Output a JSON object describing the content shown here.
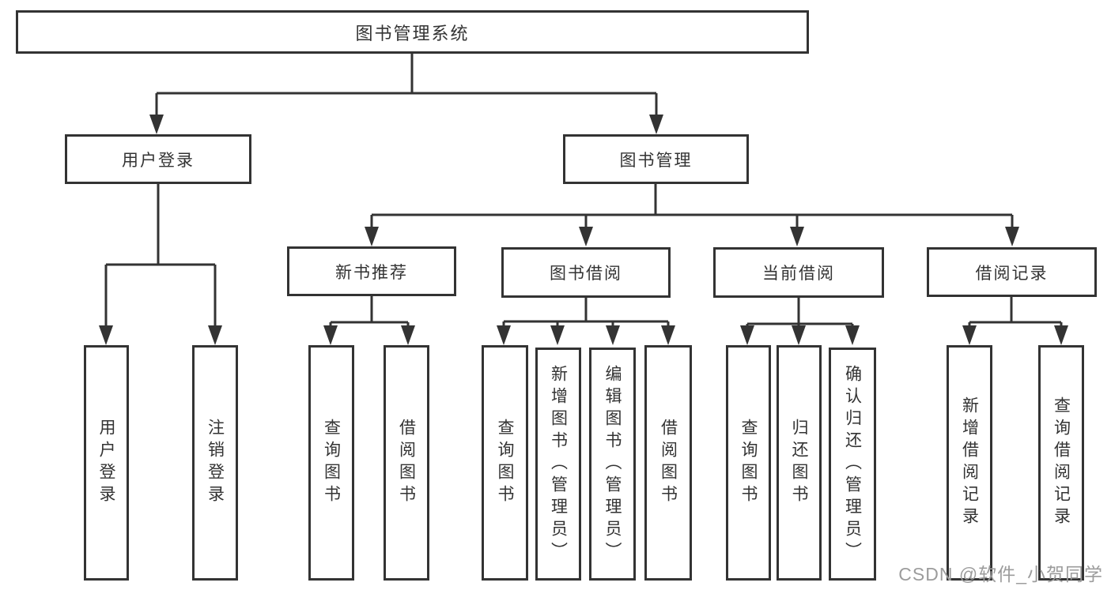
{
  "diagram": {
    "root": {
      "label": "图书管理系统",
      "children": [
        {
          "label": "用户登录",
          "children": [
            {
              "label": "用户登录"
            },
            {
              "label": "注销登录"
            }
          ]
        },
        {
          "label": "图书管理",
          "children": [
            {
              "label": "新书推荐",
              "children": [
                {
                  "label": "查询图书"
                },
                {
                  "label": "借阅图书"
                }
              ]
            },
            {
              "label": "图书借阅",
              "children": [
                {
                  "label": "查询图书"
                },
                {
                  "label": "新增图书（管理员）"
                },
                {
                  "label": "编辑图书（管理员）"
                },
                {
                  "label": "借阅图书"
                }
              ]
            },
            {
              "label": "当前借阅",
              "children": [
                {
                  "label": "查询图书"
                },
                {
                  "label": "归还图书"
                },
                {
                  "label": "确认归还（管理员）"
                }
              ]
            },
            {
              "label": "借阅记录",
              "children": [
                {
                  "label": "新增借阅记录"
                },
                {
                  "label": "查询借阅记录"
                }
              ]
            }
          ]
        }
      ]
    }
  },
  "watermark": {
    "text": "CSDN @软件_小贺同学"
  },
  "colors": {
    "line": "#333333",
    "text": "#333333",
    "watermark": "#9c9c9c",
    "background": "#ffffff"
  }
}
